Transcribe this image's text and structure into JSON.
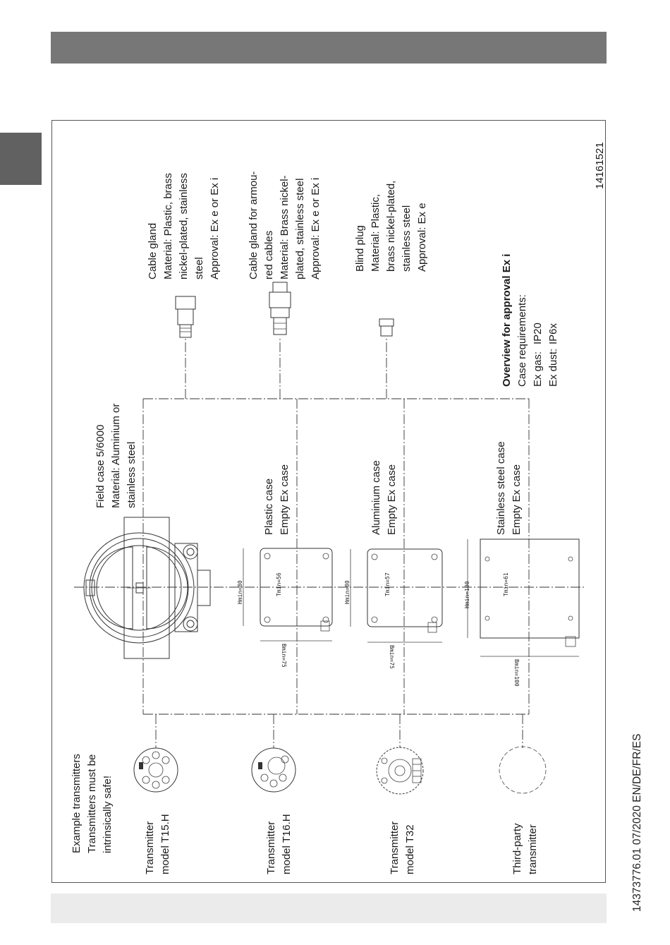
{
  "figure_number": "14161521",
  "footer_code": "14373776.01 07/2020 EN/DE/FR/ES",
  "transmitters": {
    "header": [
      "Example transmitters",
      "Transmitters must be",
      "intrinsically safe!"
    ],
    "t15": [
      "Transmitter",
      "model T15.H"
    ],
    "t16": [
      "Transmitter",
      "model T16.H"
    ],
    "t32": [
      "Transmitter",
      "model T32"
    ],
    "third": [
      "Third-party",
      "transmitter"
    ]
  },
  "cases": {
    "field": [
      "Field case 5/6000",
      "Material: Aluminium or",
      "stainless steel"
    ],
    "plastic": [
      "Plastic case",
      "Empty Ex case"
    ],
    "aluminium": [
      "Aluminium case",
      "Empty Ex case"
    ],
    "stainless": [
      "Stainless steel case",
      "Empty Ex case"
    ]
  },
  "dims": {
    "plastic_h": "Hmin=80",
    "plastic_t": "Tmin=56",
    "plastic_b": "Bmin=75",
    "alu_h": "Hmin=80",
    "alu_t": "Tmin=57",
    "alu_b": "Bmin=75",
    "ss_h": "Hmin=100",
    "ss_t": "Tmin=61",
    "ss_b": "Bmin=100"
  },
  "accessories": {
    "cable_gland": [
      "Cable gland",
      "Material: Plastic, brass",
      "nickel-plated, stainless",
      "steel",
      "Approval: Ex e or Ex i"
    ],
    "armoured": [
      "Cable gland for armou-",
      "red cables",
      "Material: Brass nickel-",
      "plated, stainless steel",
      "Approval: Ex e or Ex i"
    ],
    "blind_plug": [
      "Blind plug",
      "Material: Plastic,",
      "brass nickel-plated,",
      "stainless steel",
      "Approval: Ex e"
    ]
  },
  "overview": {
    "title": "Overview for approval Ex i",
    "req": "Case requirements:",
    "gas_label": "Ex gas:",
    "gas_value": "IP20",
    "dust_label": "Ex dust:",
    "dust_value": "IP6x"
  }
}
